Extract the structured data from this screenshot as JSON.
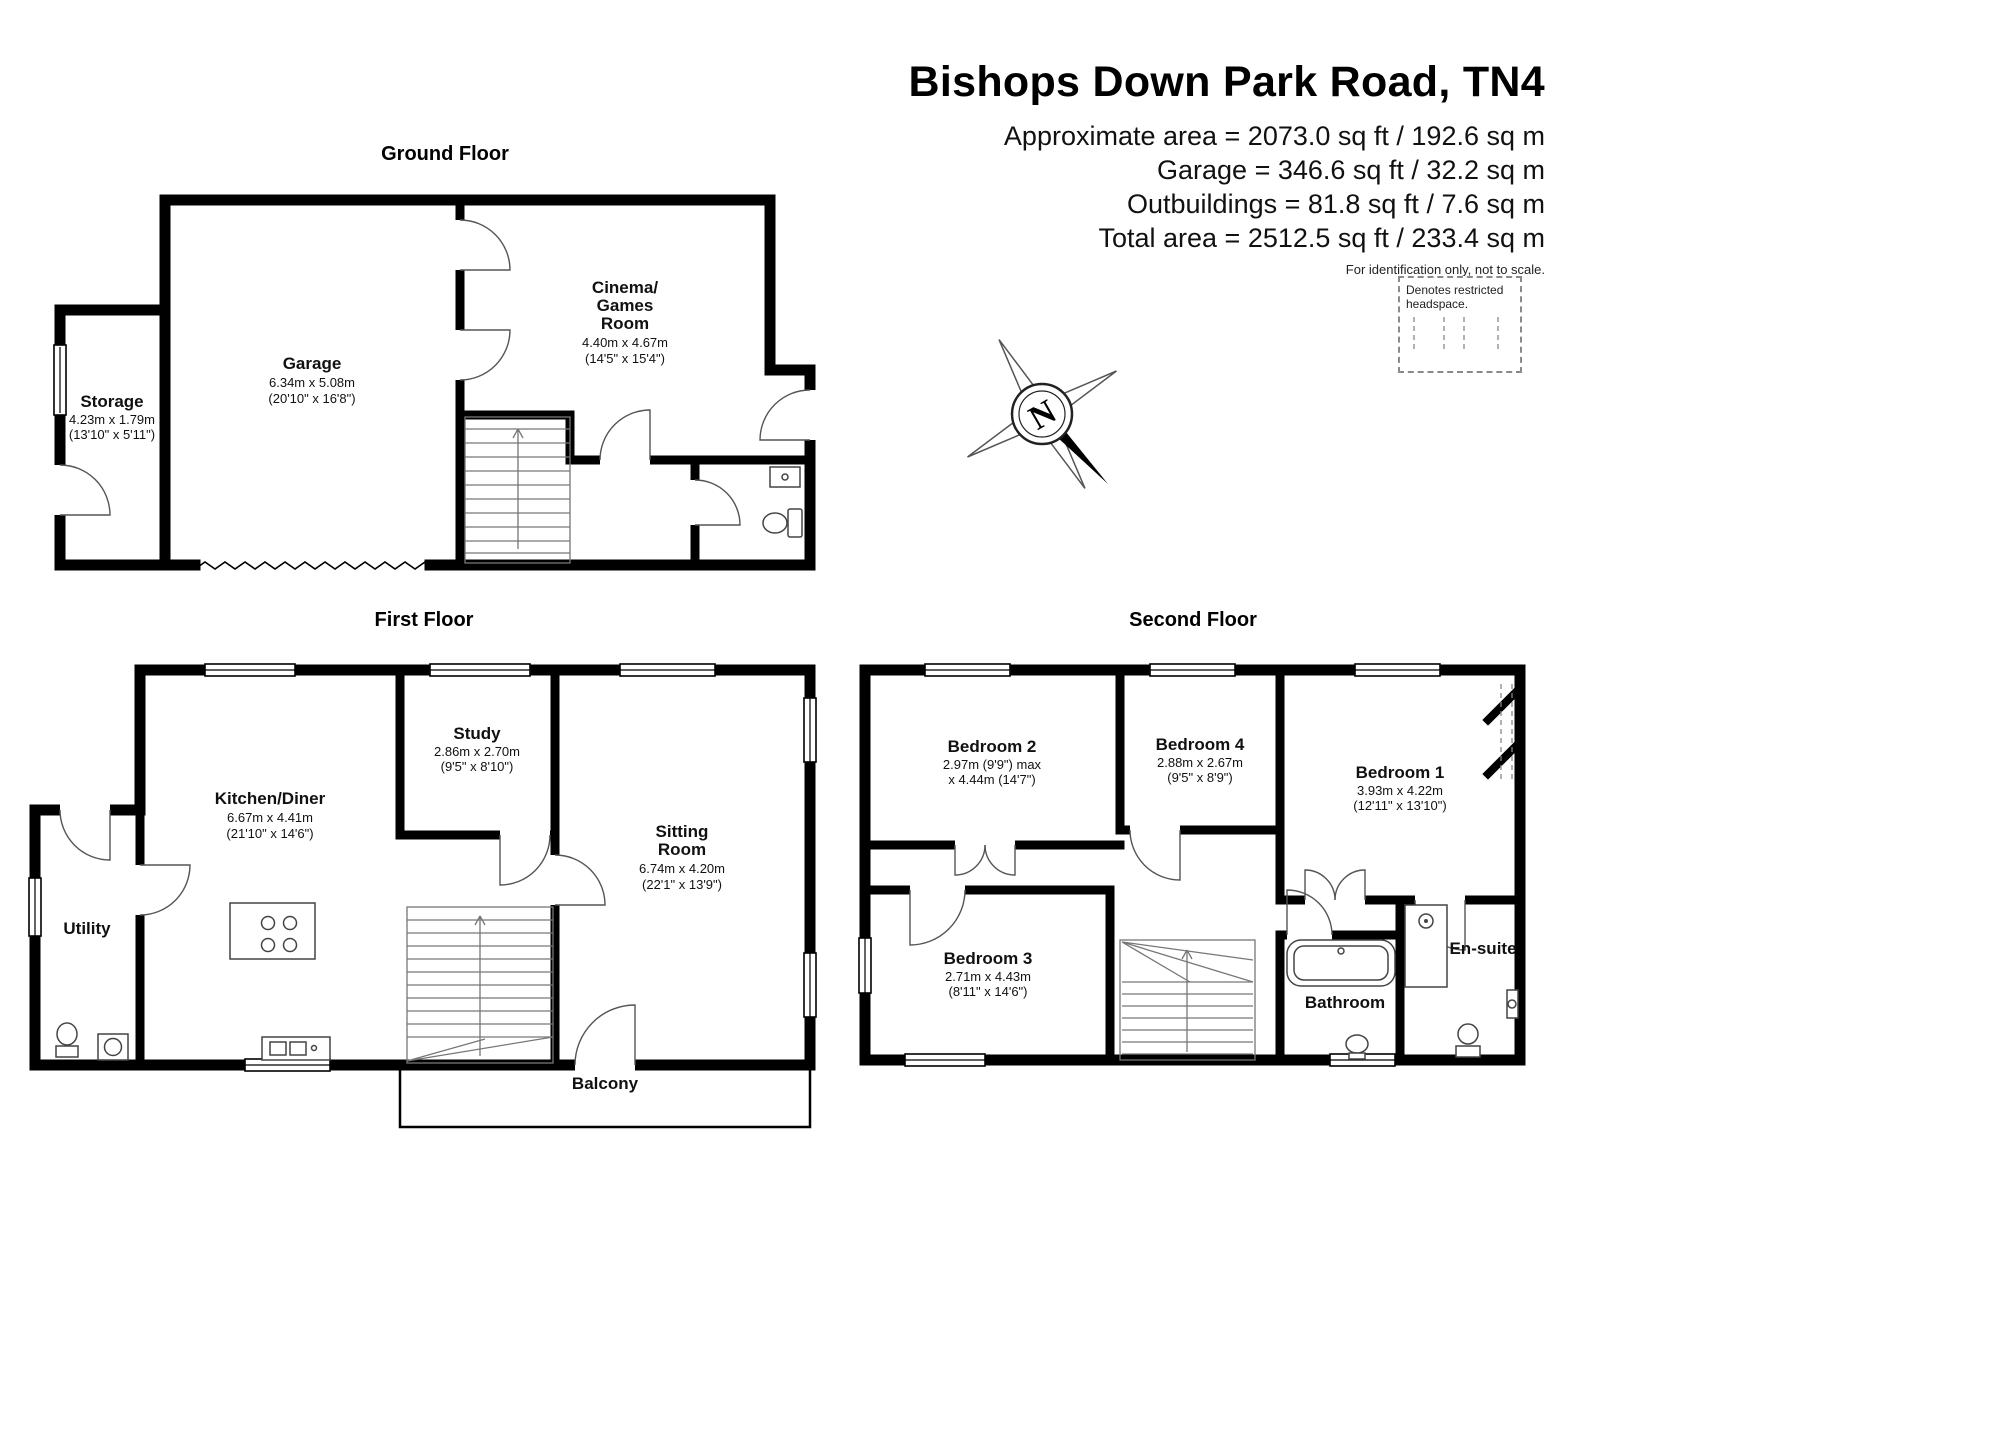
{
  "header": {
    "title": "Bishops Down Park Road, TN4",
    "area_lines": [
      "Approximate area = 2073.0 sq ft / 192.6 sq m",
      "Garage = 346.6 sq ft / 32.2 sq m",
      "Outbuildings = 81.8 sq ft / 7.6 sq m",
      "Total area = 2512.5 sq ft / 233.4 sq m"
    ],
    "disclaimer": "For identification only, not to scale."
  },
  "legend": {
    "restricted": "Denotes restricted headspace."
  },
  "compass": {
    "label": "N"
  },
  "floors": {
    "ground": {
      "title": "Ground Floor",
      "rooms": {
        "garage": {
          "name": "Garage",
          "metric": "6.34m x 5.08m",
          "imperial": "(20'10\" x 16'8\")"
        },
        "storage": {
          "name": "Storage",
          "metric": "4.23m x 1.79m",
          "imperial": "(13'10\" x 5'11\")"
        },
        "cinema": {
          "line1": "Cinema/",
          "line2": "Games",
          "line3": "Room",
          "metric": "4.40m x 4.67m",
          "imperial": "(14'5\" x 15'4\")"
        }
      }
    },
    "first": {
      "title": "First Floor",
      "rooms": {
        "kitchen": {
          "name": "Kitchen/Diner",
          "metric": "6.67m x 4.41m",
          "imperial": "(21'10\" x 14'6\")"
        },
        "study": {
          "name": "Study",
          "metric": "2.86m x 2.70m",
          "imperial": "(9'5\" x 8'10\")"
        },
        "sitting": {
          "line1": "Sitting",
          "line2": "Room",
          "metric": "6.74m x 4.20m",
          "imperial": "(22'1\" x 13'9\")"
        },
        "utility": {
          "name": "Utility"
        },
        "balcony": {
          "name": "Balcony"
        }
      }
    },
    "second": {
      "title": "Second Floor",
      "rooms": {
        "bedroom2": {
          "name": "Bedroom 2",
          "metric": "2.97m (9'9\") max",
          "imperial": "x 4.44m (14'7\")"
        },
        "bedroom4": {
          "name": "Bedroom 4",
          "metric": "2.88m x 2.67m",
          "imperial": "(9'5\" x 8'9\")"
        },
        "bedroom1": {
          "name": "Bedroom 1",
          "metric": "3.93m x 4.22m",
          "imperial": "(12'11\" x 13'10\")"
        },
        "bedroom3": {
          "name": "Bedroom 3",
          "metric": "2.71m x 4.43m",
          "imperial": "(8'11\" x 14'6\")"
        },
        "bathroom": {
          "name": "Bathroom"
        },
        "ensuite": {
          "name": "En-suite"
        }
      }
    }
  }
}
